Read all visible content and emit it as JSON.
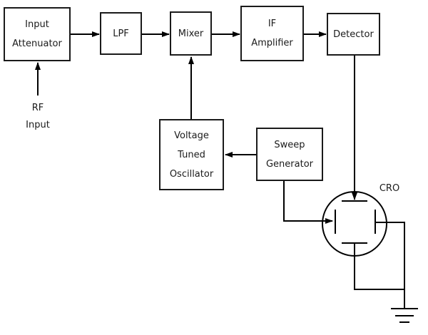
{
  "diagram": {
    "background_color": "#ffffff",
    "line_color": "#000000",
    "text_color": "#1b1b1b",
    "blocks": [
      {
        "name": "input-attenuator",
        "lines": [
          "Input",
          "Attenuator"
        ]
      },
      {
        "name": "lpf",
        "lines": [
          "LPF"
        ]
      },
      {
        "name": "mixer",
        "lines": [
          "Mixer"
        ]
      },
      {
        "name": "if-amplifier",
        "lines": [
          "IF",
          "Amplifier"
        ]
      },
      {
        "name": "detector",
        "lines": [
          "Detector"
        ]
      },
      {
        "name": "voltage-tuned-oscillator",
        "lines": [
          "Voltage",
          "Tuned",
          "Oscillator"
        ]
      },
      {
        "name": "sweep-generator",
        "lines": [
          "Sweep",
          "Generator"
        ]
      }
    ],
    "labels": {
      "rf_input_line1": "RF",
      "rf_input_line2": "Input",
      "cro": "CRO"
    },
    "connections": [
      {
        "from": "RF Input",
        "to": "Input Attenuator",
        "arrow": true
      },
      {
        "from": "Input Attenuator",
        "to": "LPF",
        "arrow": true
      },
      {
        "from": "LPF",
        "to": "Mixer",
        "arrow": true
      },
      {
        "from": "Mixer",
        "to": "IF Amplifier",
        "arrow": true
      },
      {
        "from": "IF Amplifier",
        "to": "Detector",
        "arrow": true
      },
      {
        "from": "Voltage Tuned Oscillator",
        "to": "Mixer",
        "arrow": true
      },
      {
        "from": "Sweep Generator",
        "to": "Voltage Tuned Oscillator",
        "arrow": true
      },
      {
        "from": "Detector",
        "to": "CRO vertical plate",
        "arrow": true
      },
      {
        "from": "Sweep Generator",
        "to": "CRO horizontal plate",
        "arrow": true
      },
      {
        "from": "CRO right plate",
        "to": "Ground",
        "arrow": false
      },
      {
        "from": "CRO bottom plate",
        "to": "Ground",
        "arrow": false
      }
    ]
  }
}
